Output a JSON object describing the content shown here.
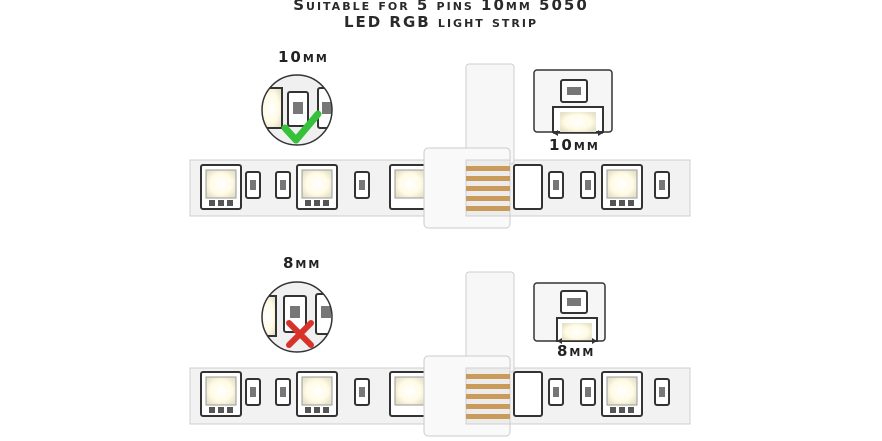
{
  "header": {
    "line1": "Suitable for 5 pins 10mm 5050",
    "line2": "LED RGB light strip"
  },
  "top_section": {
    "zoom_label": "10mm",
    "zoom_mark": "check-icon",
    "inset_label": "10mm"
  },
  "bottom_section": {
    "zoom_label": "8mm",
    "zoom_mark": "cross-icon",
    "inset_label": "8mm"
  },
  "colors": {
    "check": "#35c13a",
    "cross": "#d8332a",
    "strip": "#f3f3f3",
    "led": "#fffbe0",
    "outline": "#333333"
  }
}
